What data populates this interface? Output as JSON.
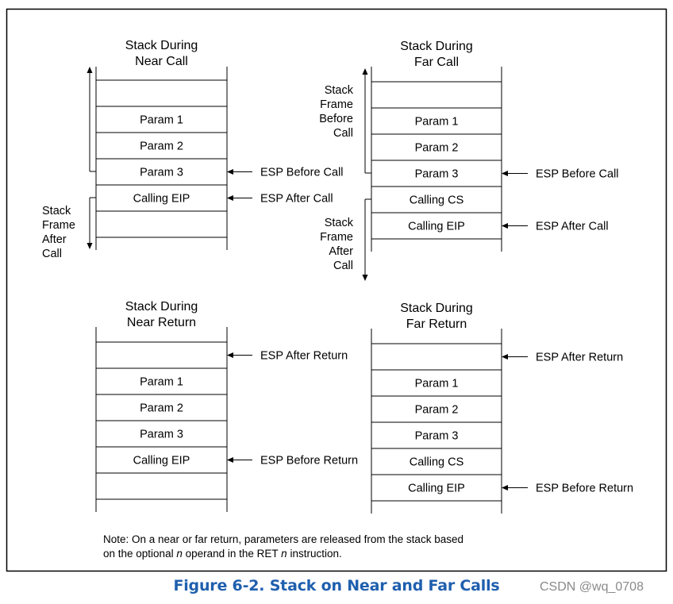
{
  "panels": {
    "near_call": {
      "title": [
        "Stack During",
        "Near Call"
      ],
      "cells": [
        "",
        "Param 1",
        "Param 2",
        "Param 3",
        "Calling EIP",
        ""
      ],
      "pointers": [
        {
          "label": "ESP Before Call",
          "cell": 3
        },
        {
          "label": "ESP After Call",
          "cell": 4
        }
      ],
      "frame_before": [],
      "frame_after": [
        "Stack",
        "Frame",
        "After",
        "Call"
      ]
    },
    "far_call": {
      "title": [
        "Stack During",
        "Far Call"
      ],
      "cells": [
        "",
        "Param 1",
        "Param 2",
        "Param 3",
        "Calling CS",
        "Calling EIP"
      ],
      "pointers": [
        {
          "label": "ESP Before Call",
          "cell": 3
        },
        {
          "label": "ESP After Call",
          "cell": 5
        }
      ],
      "frame_before": [
        "Stack",
        "Frame",
        "Before",
        "Call"
      ],
      "frame_after": [
        "Stack",
        "Frame",
        "After",
        "Call"
      ]
    },
    "near_return": {
      "title": [
        "Stack During",
        "Near Return"
      ],
      "cells": [
        "",
        "Param 1",
        "Param 2",
        "Param 3",
        "Calling EIP",
        ""
      ],
      "pointers": [
        {
          "label": "ESP After Return",
          "cell": 0
        },
        {
          "label": "ESP Before Return",
          "cell": 4
        }
      ]
    },
    "far_return": {
      "title": [
        "Stack During",
        "Far Return"
      ],
      "cells": [
        "",
        "Param 1",
        "Param 2",
        "Param 3",
        "Calling CS",
        "Calling EIP"
      ],
      "pointers": [
        {
          "label": "ESP After Return",
          "cell": 0
        },
        {
          "label": "ESP Before Return",
          "cell": 5
        }
      ]
    }
  },
  "note": {
    "line1": "Note: On a near or far return, parameters are released from the stack based",
    "line2_pre": "on the optional ",
    "line2_n1": "n",
    "line2_mid": " operand in the RET ",
    "line2_n2": "n",
    "line2_post": " instruction."
  },
  "caption": "Figure 6-2.  Stack on Near and Far Calls",
  "watermark": "CSDN @wq_0708",
  "colors": {
    "caption": "#1f5fae",
    "line": "#000000",
    "watermark": "#8a8a8a"
  }
}
